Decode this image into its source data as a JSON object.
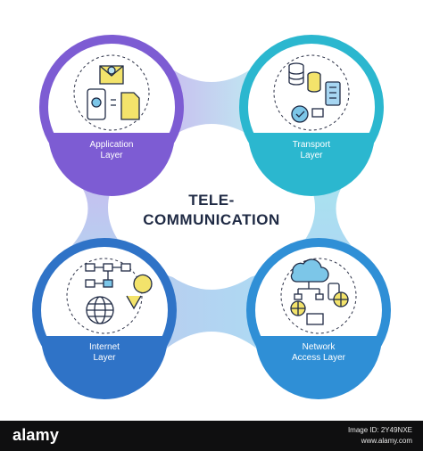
{
  "center": {
    "line1": "TELE-",
    "line2": "COMMUNICATION"
  },
  "nodes": [
    {
      "label_line1": "Application",
      "label_line2": "Layer",
      "color": "#7d5cd3",
      "accent": "#c9bdf0"
    },
    {
      "label_line1": "Transport",
      "label_line2": "Layer",
      "color": "#2bb7cf",
      "accent": "#a7e4ee"
    },
    {
      "label_line1": "Internet",
      "label_line2": "Layer",
      "color": "#2f73c7",
      "accent": "#a9c6ee"
    },
    {
      "label_line1": "Network",
      "label_line2": "Access Layer",
      "color": "#2f8fd6",
      "accent": "#a7d6f2"
    }
  ],
  "footer": {
    "brand": "alamy",
    "image_id": "Image ID: 2Y49NXE",
    "site": "www.alamy.com"
  }
}
